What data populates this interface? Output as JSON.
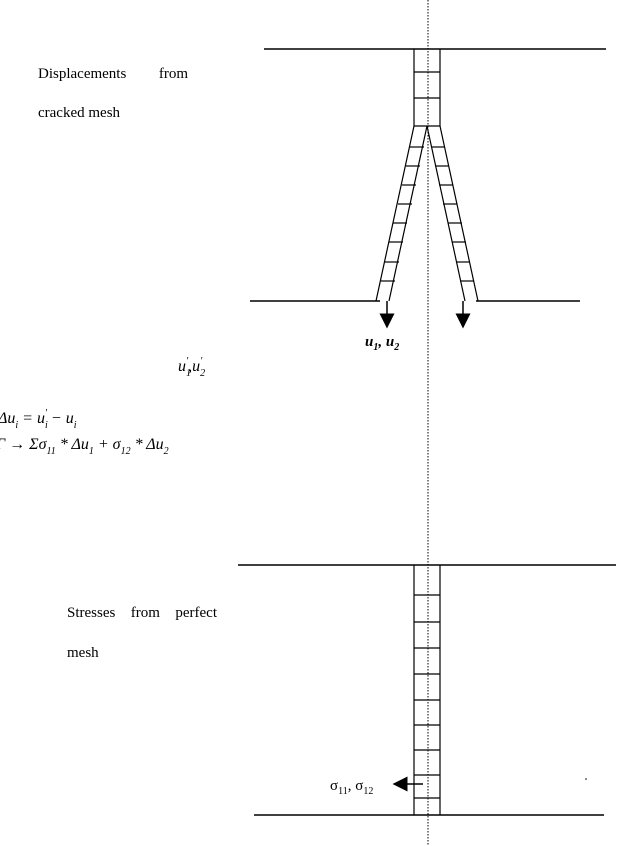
{
  "top_label": {
    "line1_word1": "Displacements",
    "line1_word2": "from",
    "line2": "cracked mesh"
  },
  "bottom_label": {
    "line1_word1": "Stresses",
    "line1_word2": "from",
    "line1_word3": "perfect",
    "line2": "mesh"
  },
  "labels": {
    "u1_u2": "u",
    "u1_sub": "1",
    "u2_sub": "2",
    "u_prime": "u",
    "sigma11": "σ",
    "sigma11_sub": "11",
    "sigma12_sub": "12"
  },
  "equations": {
    "eq1": "Δu",
    "eq2": "Γ → Σσ"
  }
}
